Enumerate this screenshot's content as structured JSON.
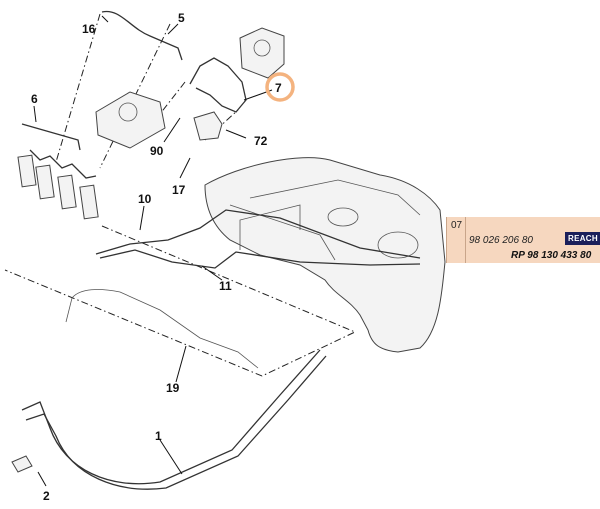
{
  "callouts": {
    "c1": "1",
    "c2": "2",
    "c5": "5",
    "c6": "6",
    "c7": "7",
    "c10": "10",
    "c11": "11",
    "c16": "16",
    "c17": "17",
    "c19": "19",
    "c72": "72",
    "c90": "90"
  },
  "reference": {
    "code": "07",
    "part_number": "98 026 206 80",
    "badge": "REACH",
    "rp_number": "RP 98 130 433 80"
  },
  "colors": {
    "highlight_circle": "#f4b37f",
    "reference_background": "#f6d7bf",
    "badge_background": "#1b1f5a"
  }
}
